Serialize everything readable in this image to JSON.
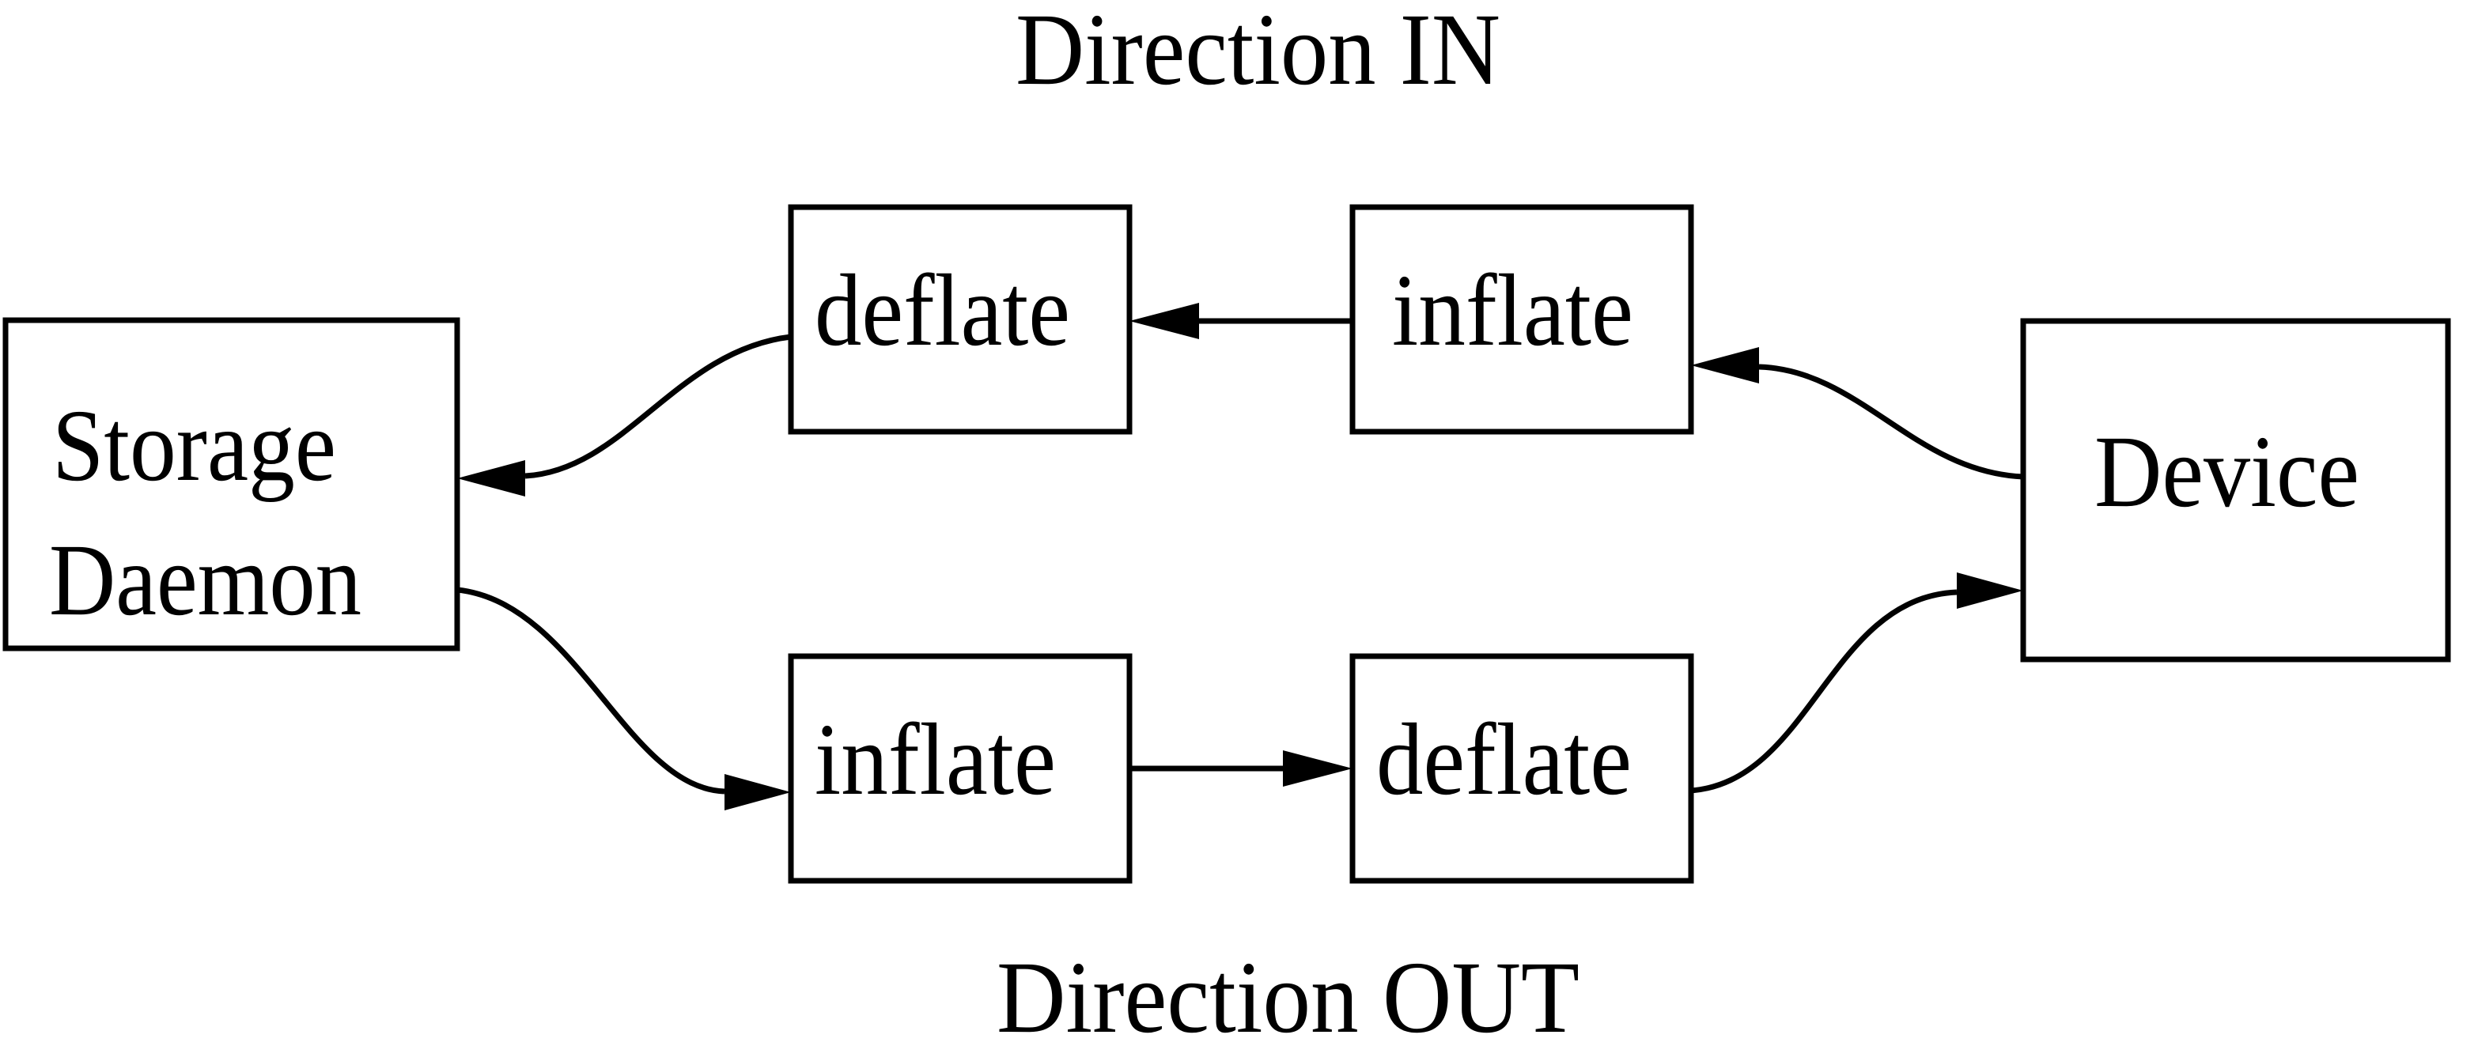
{
  "diagram": {
    "titles": {
      "direction_in": "Direction IN",
      "direction_out": "Direction OUT"
    },
    "nodes": {
      "storage_daemon": {
        "line1": "Storage",
        "line2": "Daemon"
      },
      "device": {
        "label": "Device"
      },
      "in_path": {
        "stage1": "inflate",
        "stage2": "deflate"
      },
      "out_path": {
        "stage1": "inflate",
        "stage2": "deflate"
      }
    },
    "flows": {
      "in": "Device -> inflate -> deflate -> Storage Daemon",
      "out": "Storage Daemon -> inflate -> deflate -> Device"
    },
    "colors": {
      "foreground": "#000000",
      "background": "#ffffff"
    }
  }
}
